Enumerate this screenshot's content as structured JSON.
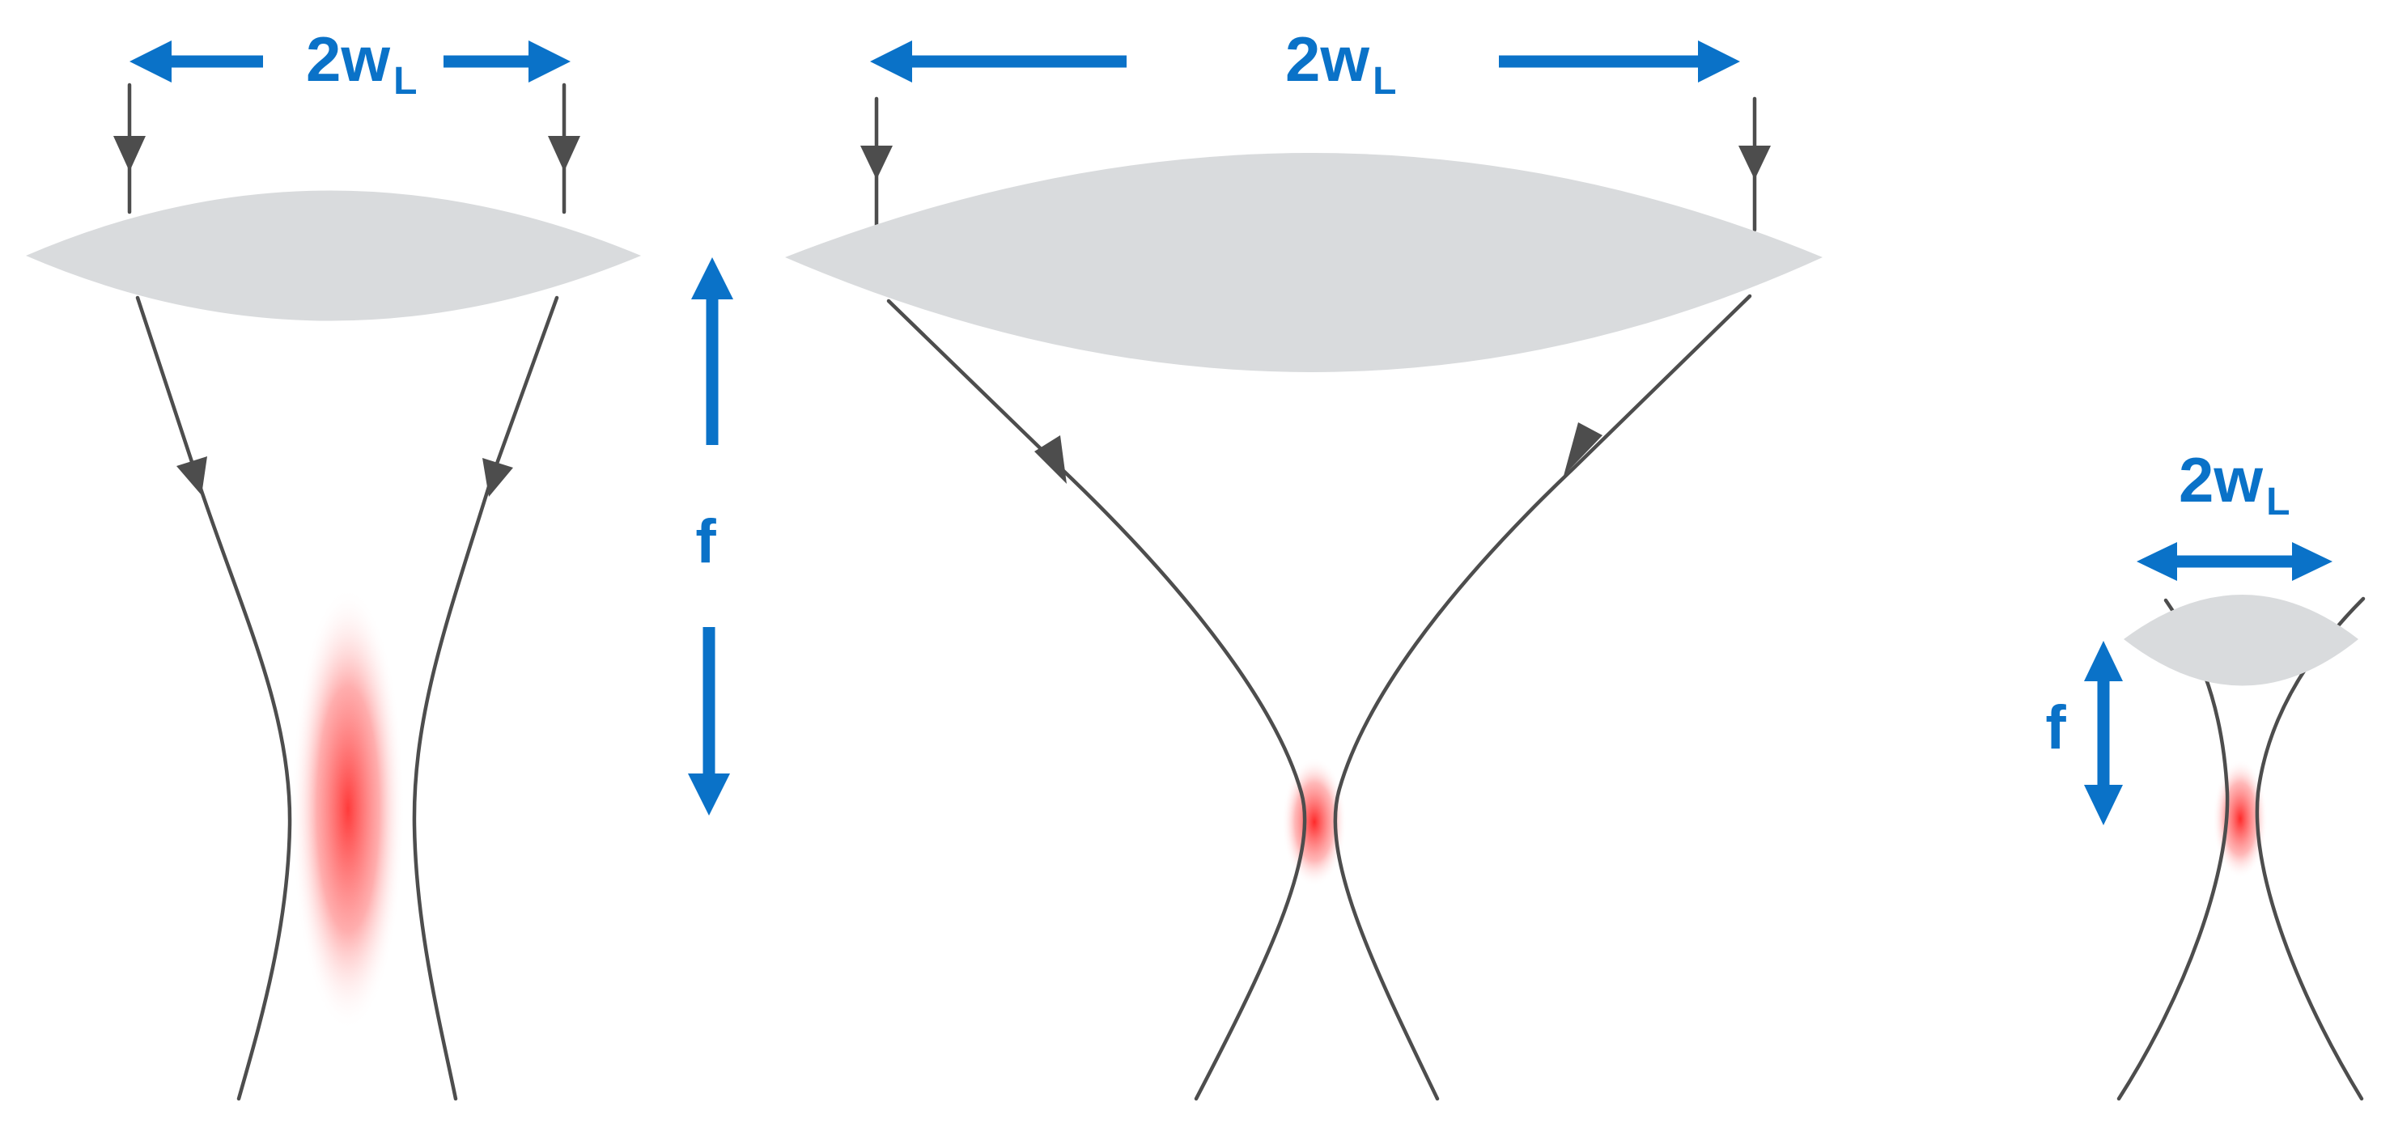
{
  "panels": [
    {
      "id": "panel-left",
      "width_label": {
        "main": "2w",
        "sub": "L"
      },
      "focal_label": "f"
    },
    {
      "id": "panel-middle",
      "width_label": {
        "main": "2w",
        "sub": "L"
      }
    },
    {
      "id": "panel-right",
      "width_label": {
        "main": "2w",
        "sub": "L"
      },
      "focal_label": "f"
    }
  ],
  "colors": {
    "accent_blue": "#0a72c8",
    "lens_gray": "#d9dbdd",
    "ray_gray": "#4d4d4d",
    "focus_red": "#ff3b3b"
  }
}
